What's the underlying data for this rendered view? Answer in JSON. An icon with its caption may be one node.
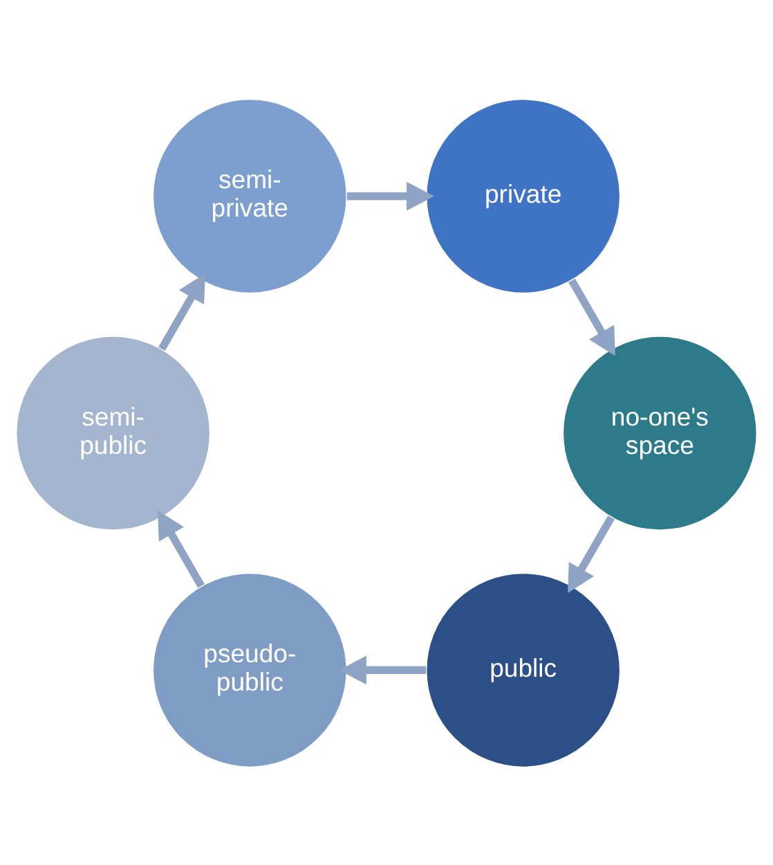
{
  "diagram": {
    "nodes": [
      {
        "text": [
          "public"
        ]
      },
      {
        "text": [
          "pseudo- public"
        ]
      },
      {
        "text": [
          "semi- public"
        ]
      },
      {
        "text": [
          "semi- private"
        ]
      },
      {
        "text": [
          "private"
        ]
      },
      {
        "text": [
          "no-one's space"
        ]
      }
    ],
    "edges": [
      {
        "from": 0,
        "to": 1,
        "arrow": "to"
      },
      {
        "from": 1,
        "to": 2,
        "arrow": "to"
      },
      {
        "from": 2,
        "to": 3,
        "arrow": "to"
      },
      {
        "from": 3,
        "to": 4,
        "arrow": "to"
      },
      {
        "from": 4,
        "to": 5,
        "arrow": "to"
      },
      {
        "from": 5,
        "to": 0,
        "arrow": "to"
      }
    ]
  }
}
